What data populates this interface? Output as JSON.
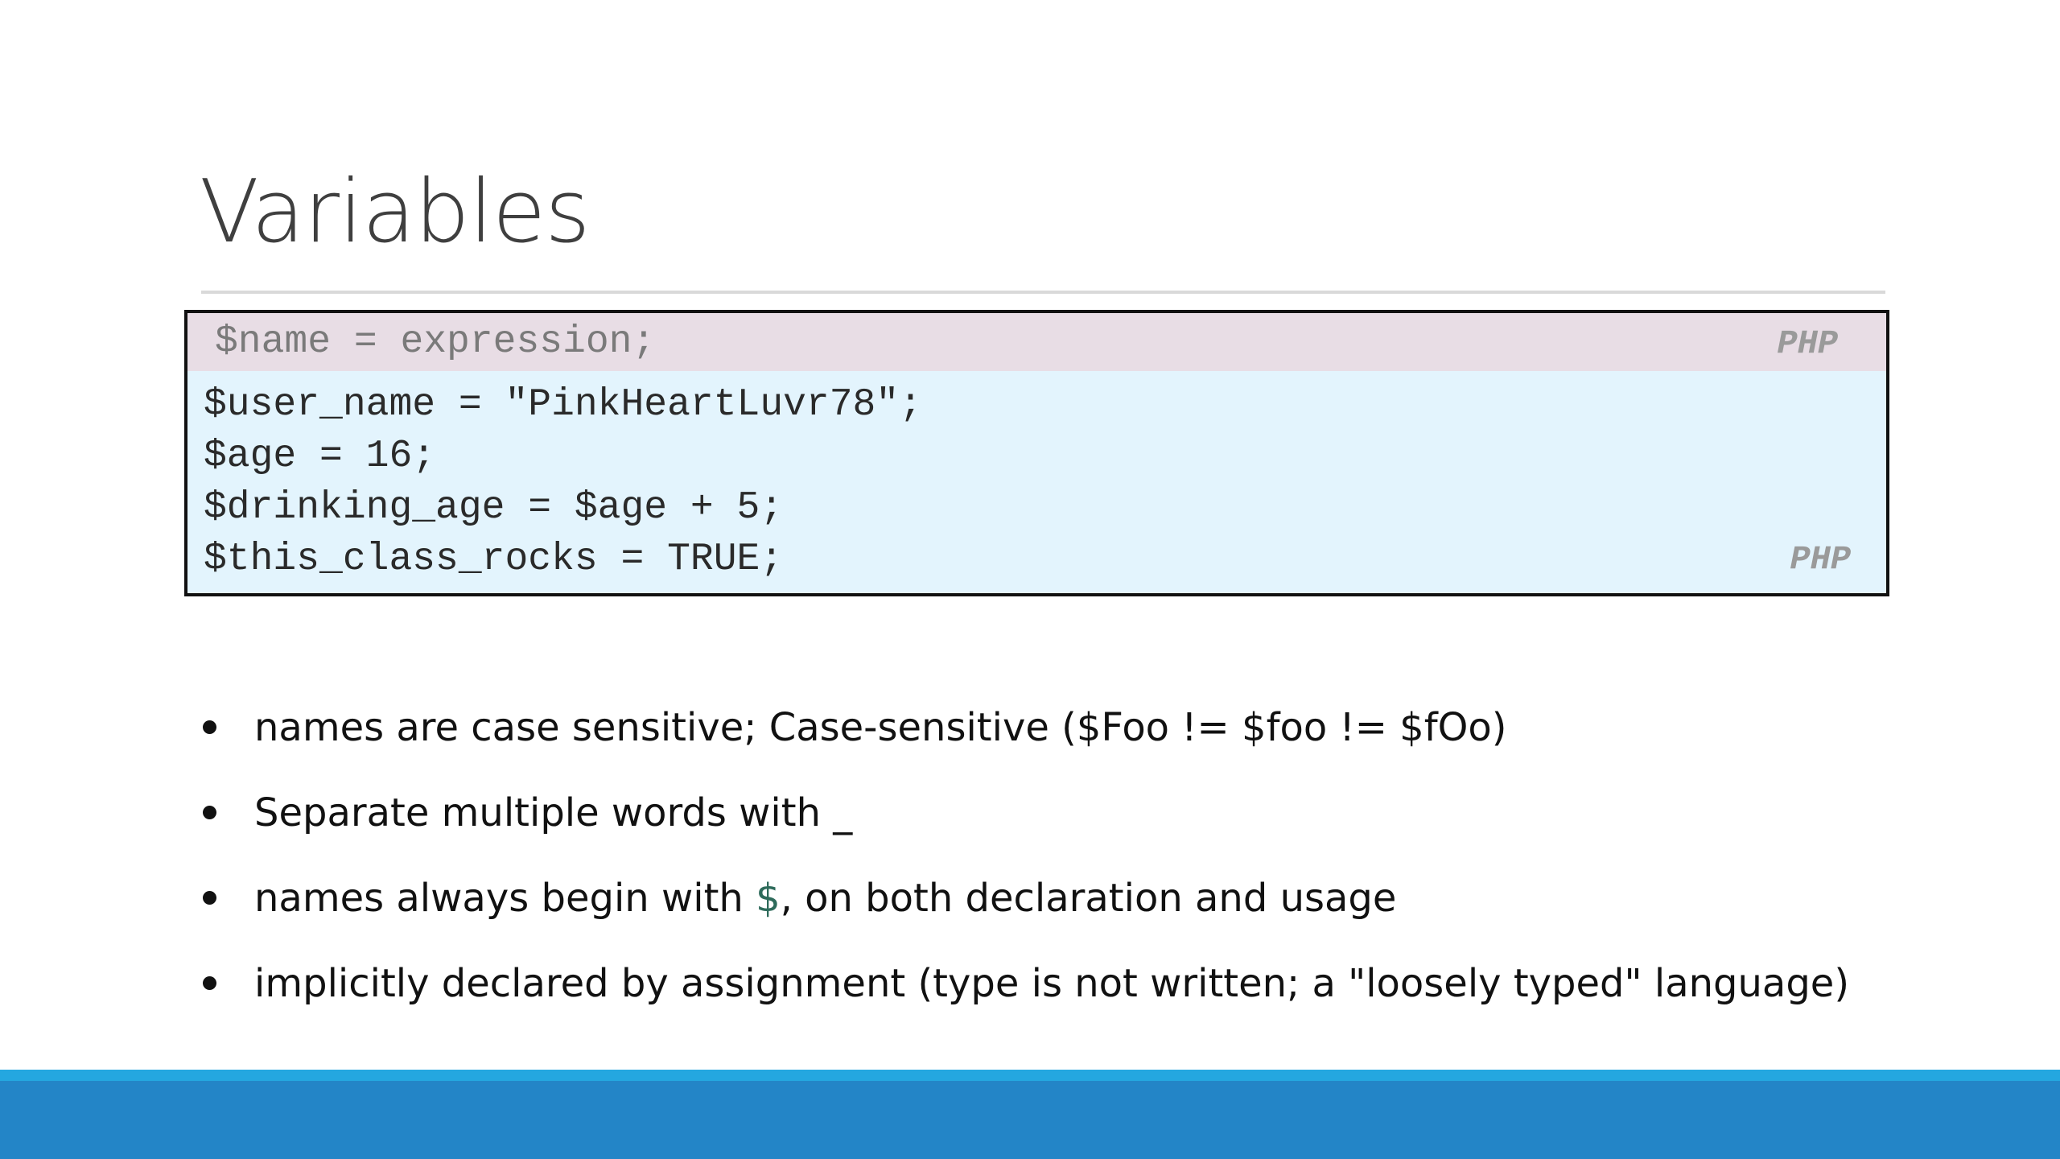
{
  "title": "Variables",
  "syntax": {
    "code": "$name = expression;",
    "lang": "PHP"
  },
  "example": {
    "lines": [
      "$user_name = \"PinkHeartLuvr78\";",
      "$age = 16;",
      "$drinking_age = $age + 5;",
      "$this_class_rocks = TRUE;"
    ],
    "lang": "PHP"
  },
  "bullets": [
    {
      "text": "names are case sensitive; Case-sensitive ($Foo != $foo != $fOo)"
    },
    {
      "text": "Separate multiple words with _"
    },
    {
      "before": "names always begin with ",
      "dollar": "$",
      "after": ", on both declaration and usage"
    },
    {
      "text": "implicitly declared by assignment (type is not written; a \"loosely typed\" language)"
    }
  ],
  "colors": {
    "syntax_bg": "#e8dde5",
    "example_bg": "#e3f4fd",
    "footer_accent": "#24a7e0",
    "footer_band": "#2385c7",
    "dollar_accent": "#2e6b5b"
  }
}
